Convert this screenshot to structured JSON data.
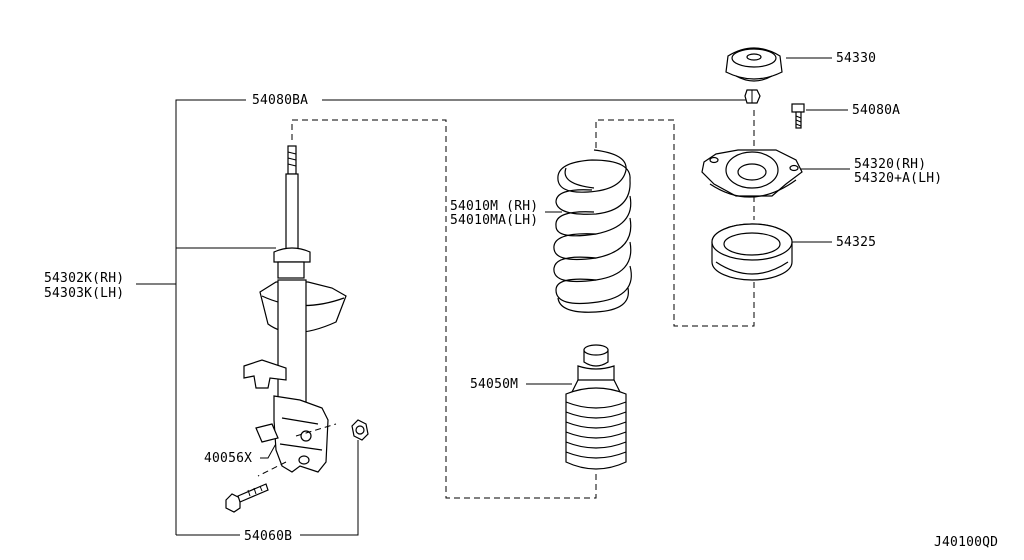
{
  "diagram": {
    "labels": {
      "p54330": "54330",
      "p54080BA": "54080BA",
      "p54080A": "54080A",
      "p54320_rh": "54320(RH)",
      "p54320_lh": "54320+A(LH)",
      "p54010_rh": "54010M (RH)",
      "p54010_lh": "54010MA(LH)",
      "p54325": "54325",
      "p54302": "54302K(RH)",
      "p54303": "54303K(LH)",
      "p54050": "54050M",
      "p40056": "40056X",
      "p54060": "54060B",
      "diagram_code": "J40100QD"
    }
  }
}
